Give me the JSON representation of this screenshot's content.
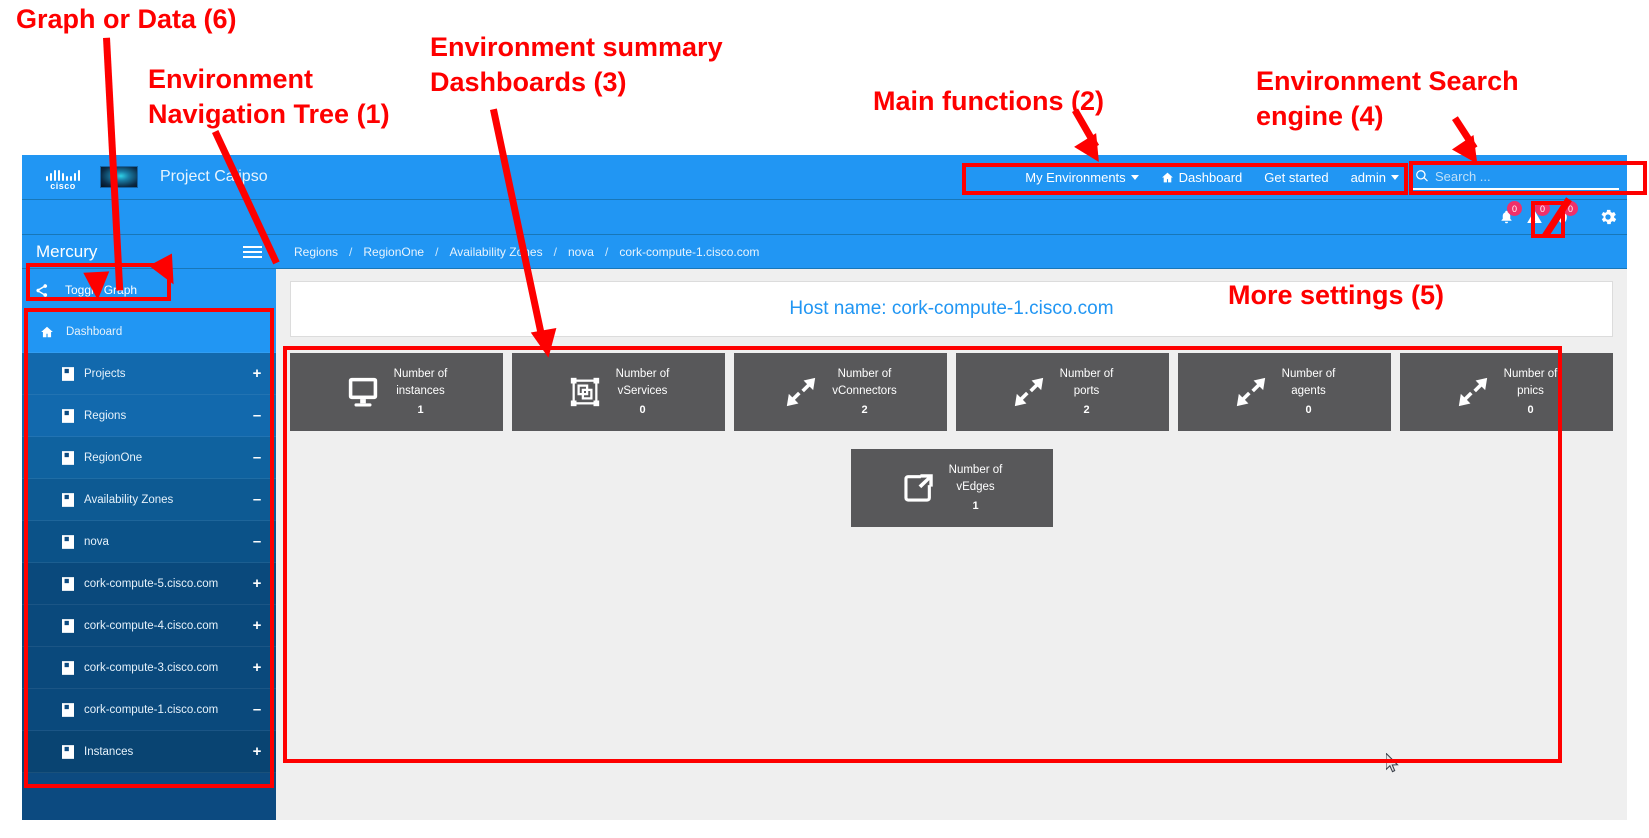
{
  "annotations": [
    {
      "id": "a6",
      "text": "Graph or Data (6)"
    },
    {
      "id": "a1",
      "text": "Environment\nNavigation Tree (1)"
    },
    {
      "id": "a3",
      "text": "Environment summary\nDashboards (3)"
    },
    {
      "id": "a2",
      "text": "Main functions (2)"
    },
    {
      "id": "a4",
      "text": "Environment Search\nengine (4)"
    },
    {
      "id": "a5",
      "text": "More settings (5)"
    }
  ],
  "brand": {
    "logo_icon": "cisco-logo",
    "thumbnail_icon": "galaxy-thumbnail-icon",
    "title": "Project Calipso"
  },
  "mainnav": {
    "items": [
      {
        "label": "My Environments",
        "icon": "chevron-down-icon",
        "has_caret": true
      },
      {
        "label": "Dashboard",
        "icon": "home-icon",
        "has_caret": false
      },
      {
        "label": "Get started",
        "icon": "",
        "has_caret": false
      },
      {
        "label": "admin",
        "icon": "chevron-down-icon",
        "has_caret": true
      }
    ]
  },
  "search": {
    "icon": "search-icon",
    "placeholder": "Search ...",
    "value": ""
  },
  "statusbar": {
    "indicators": [
      {
        "icon": "bell-icon",
        "count": "0"
      },
      {
        "icon": "warning-triangle-icon",
        "count": "0"
      },
      {
        "icon": "exclamation-circle-icon",
        "count": "0"
      }
    ],
    "settings_icon": "gear-icon"
  },
  "sidebar": {
    "title": "Mercury",
    "menu_icon": "hamburger-icon",
    "toggle_graph": {
      "label": "Toggle Graph",
      "icon": "share-icon"
    },
    "items": [
      {
        "label": "Dashboard",
        "icon": "home-icon",
        "indent": 0,
        "expander": "",
        "depth": 0,
        "active": true
      },
      {
        "label": "Projects",
        "icon": "document-icon",
        "indent": 1,
        "expander": "+",
        "depth": 1,
        "active": false
      },
      {
        "label": "Regions",
        "icon": "document-icon",
        "indent": 1,
        "expander": "–",
        "depth": 1,
        "active": false
      },
      {
        "label": "RegionOne",
        "icon": "document-icon",
        "indent": 1,
        "expander": "–",
        "depth": 2,
        "active": false
      },
      {
        "label": "Availability Zones",
        "icon": "document-icon",
        "indent": 1,
        "expander": "–",
        "depth": 3,
        "active": false
      },
      {
        "label": "nova",
        "icon": "document-icon",
        "indent": 1,
        "expander": "–",
        "depth": 4,
        "active": false
      },
      {
        "label": "cork-compute-5.cisco.com",
        "icon": "document-icon",
        "indent": 1,
        "expander": "+",
        "depth": 5,
        "active": false
      },
      {
        "label": "cork-compute-4.cisco.com",
        "icon": "document-icon",
        "indent": 1,
        "expander": "+",
        "depth": 5,
        "active": false
      },
      {
        "label": "cork-compute-3.cisco.com",
        "icon": "document-icon",
        "indent": 1,
        "expander": "+",
        "depth": 5,
        "active": false
      },
      {
        "label": "cork-compute-1.cisco.com",
        "icon": "document-icon",
        "indent": 1,
        "expander": "–",
        "depth": 5,
        "active": false
      },
      {
        "label": "Instances",
        "icon": "document-icon",
        "indent": 1,
        "expander": "+",
        "depth": 6,
        "active": false
      }
    ]
  },
  "breadcrumb": [
    {
      "label": "Regions"
    },
    {
      "label": "RegionOne"
    },
    {
      "label": "Availability Zones"
    },
    {
      "label": "nova"
    },
    {
      "label": "cork-compute-1.cisco.com"
    }
  ],
  "breadcrumb_separator": "/",
  "host_card": {
    "text": "Host name: cork-compute-1.cisco.com"
  },
  "tiles_row1": [
    {
      "icon": "monitor-icon",
      "line1": "Number of",
      "line2": "instances",
      "value": "1"
    },
    {
      "icon": "vservice-group-icon",
      "line1": "Number of",
      "line2": "vServices",
      "value": "0"
    },
    {
      "icon": "connector-arrows-icon",
      "line1": "Number of",
      "line2": "vConnectors",
      "value": "2"
    },
    {
      "icon": "connector-arrows-icon",
      "line1": "Number of",
      "line2": "ports",
      "value": "2"
    },
    {
      "icon": "connector-arrows-icon",
      "line1": "Number of",
      "line2": "agents",
      "value": "0"
    },
    {
      "icon": "connector-arrows-icon",
      "line1": "Number of",
      "line2": "pnics",
      "value": "0"
    }
  ],
  "tiles_row2": [
    {
      "icon": "external-link-icon",
      "line1": "Number of",
      "line2": "vEdges",
      "value": "1"
    }
  ],
  "cursor_icon": "mouse-pointer-icon",
  "colors": {
    "brand_blue": "#2196f3",
    "sidebar_blue": "#0c4a80",
    "tile_gray": "#58585a",
    "annotation_red": "#fe0000",
    "badge_pink": "#f0306a",
    "page_bg": "#efefef"
  }
}
